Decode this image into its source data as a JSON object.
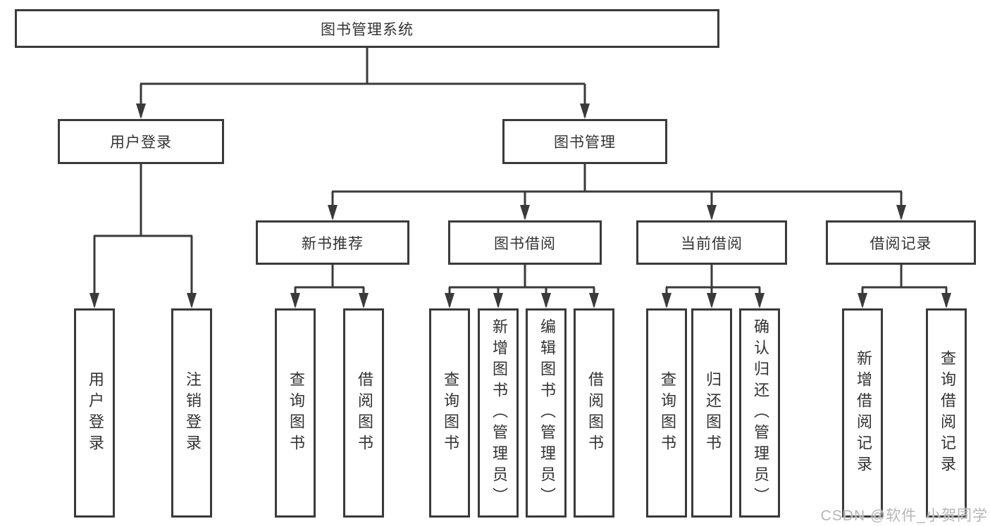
{
  "tree": {
    "label": "图书管理系统",
    "children": [
      {
        "label": "用户登录",
        "children": [
          {
            "label": "用户登录"
          },
          {
            "label": "注销登录"
          }
        ]
      },
      {
        "label": "图书管理",
        "children": [
          {
            "label": "新书推荐",
            "children": [
              {
                "label": "查询图书"
              },
              {
                "label": "借阅图书"
              }
            ]
          },
          {
            "label": "图书借阅",
            "children": [
              {
                "label": "查询图书"
              },
              {
                "label": "新增图书（管理员）"
              },
              {
                "label": "编辑图书（管理员）"
              },
              {
                "label": "借阅图书"
              }
            ]
          },
          {
            "label": "当前借阅",
            "children": [
              {
                "label": "查询图书"
              },
              {
                "label": "归还图书"
              },
              {
                "label": "确认归还（管理员）"
              }
            ]
          },
          {
            "label": "借阅记录",
            "children": [
              {
                "label": "新增借阅记录"
              },
              {
                "label": "查询借阅记录"
              }
            ]
          }
        ]
      }
    ]
  },
  "colors": {
    "line": "#3a3a3a",
    "text": "#333333",
    "watermark": "#b5b5b5"
  },
  "watermark": "CSDN @软件_小贺同学"
}
